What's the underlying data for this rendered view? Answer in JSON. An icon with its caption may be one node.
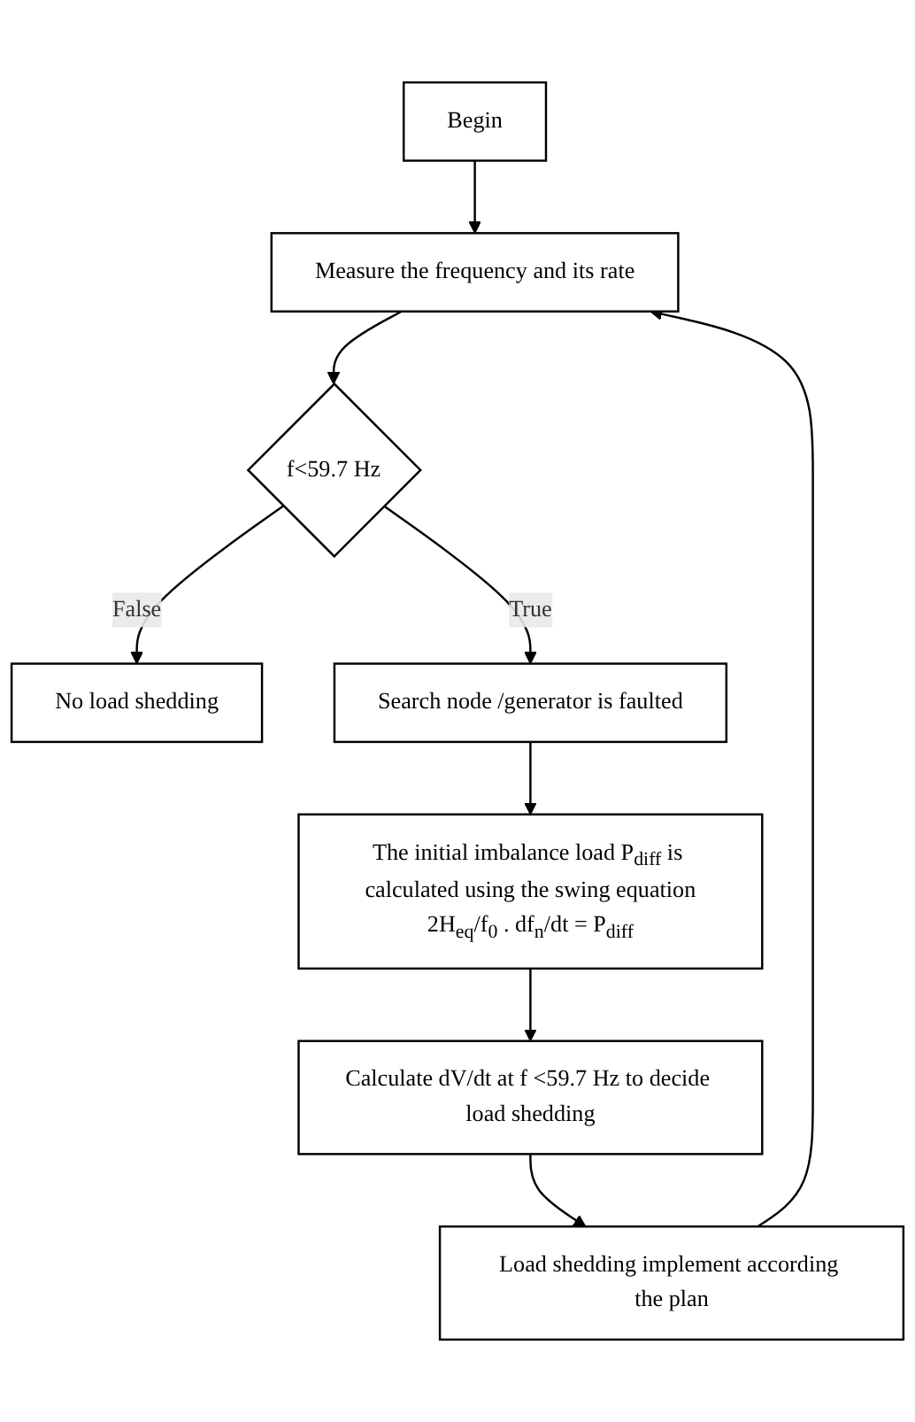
{
  "diagram": {
    "nodes": [
      {
        "text": [
          "Begin"
        ]
      },
      {
        "text": [
          "Measure the frequency and its rate"
        ]
      },
      {
        "text": [
          "f<59.7 Hz"
        ]
      },
      {
        "text": [
          "No load shedding"
        ]
      },
      {
        "text": [
          "Search node /generator is faulted"
        ]
      },
      {
        "text": [
          "The initial imbalance load P$_{diff}$ is calculated using the swing equation",
          "2H$_{eq}$/f$_{0}$ . df$_{n}$/dt = P$_{diff}$"
        ]
      },
      {
        "text": [
          "Calculate dV/dt at f <59.7 Hz to decide load shedding"
        ]
      },
      {
        "text": [
          "Load shedding implement according the plan"
        ]
      }
    ],
    "edges": [
      {
        "from": 0,
        "to": 1,
        "arrow": "to"
      },
      {
        "from": 1,
        "to": 2,
        "arrow": "to"
      },
      {
        "from": 2,
        "to": 3,
        "arrow": "to",
        "label": "False"
      },
      {
        "from": 2,
        "to": 4,
        "arrow": "to",
        "label": "True"
      },
      {
        "from": 4,
        "to": 5,
        "arrow": "to"
      },
      {
        "from": 5,
        "to": 6,
        "arrow": "to"
      },
      {
        "from": 6,
        "to": 7,
        "arrow": "to"
      },
      {
        "from": 7,
        "to": 1,
        "arrow": "to"
      }
    ]
  }
}
